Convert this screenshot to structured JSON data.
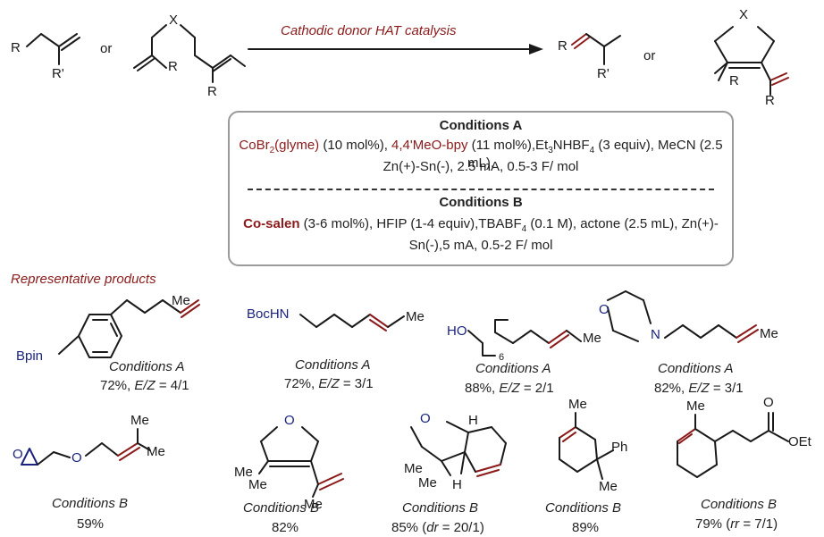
{
  "scheme": {
    "arrow_label": "Cathodic donor HAT catalysis",
    "or_label": "or",
    "atom_labels": {
      "R": "R",
      "R_prime": "R'",
      "X": "X"
    }
  },
  "conditions_a": {
    "heading": "Conditions A",
    "catalyst": "CoBr",
    "catalyst_sub": "2",
    "catalyst_tail": "(glyme)",
    "catalyst_loading": " (10 mol%), ",
    "ligand": "4,4'MeO-bpy",
    "line1_rest_a": " (11 mol%),Et",
    "line1_sub_a": "3",
    "line1_rest_b": "NHBF",
    "line1_sub_b": "4",
    "line1_rest_c": " (3 equiv), MeCN (2.5 mL),",
    "line2": "Zn(+)-Sn(-), 2.5 mA, 0.5-3 F/ mol"
  },
  "conditions_b": {
    "heading": "Conditions B",
    "catalyst": "Co-salen",
    "line1_rest_a": " (3-6 mol%), HFIP (1-4 equiv),TBABF",
    "line1_sub": "4",
    "line1_rest_b": " (0.1 M), actone (2.5 mL), Zn(+)-",
    "line2": "Sn(-),5 mA, 0.5-2 F/ mol"
  },
  "section_title": "Representative products",
  "products_row1": [
    {
      "label": "Conditions A",
      "yield": "72%, ",
      "ez_label": "E/Z",
      "ez_value": " = 4/1",
      "substituent": "Bpin",
      "end": "Me"
    },
    {
      "label": "Conditions A",
      "yield": "72%, ",
      "ez_label": "E/Z",
      "ez_value": " = 3/1",
      "substituent": "BocHN",
      "end": "Me"
    },
    {
      "label": "Conditions A",
      "yield": "88%, ",
      "ez_label": "E/Z",
      "ez_value": " = 2/1",
      "substituent": "HO",
      "repeat": "6",
      "end": "Me"
    },
    {
      "label": "Conditions A",
      "yield": "82%, ",
      "ez_label": "E/Z",
      "ez_value": " = 3/1",
      "heteroatoms": [
        "O",
        "N"
      ],
      "end": "Me"
    }
  ],
  "products_row2": [
    {
      "label": "Conditions B",
      "yield": "59%",
      "atoms": [
        "O",
        "O",
        "Me",
        "Me"
      ]
    },
    {
      "label": "Conditions B",
      "yield": "82%",
      "atoms": [
        "O",
        "Me",
        "Me",
        "Me"
      ]
    },
    {
      "label": "Conditions B",
      "yield": "85% (",
      "ratio_label": "dr",
      "ratio_value": " = 20/1)",
      "atoms": [
        "O",
        "H",
        "H",
        "Me",
        "Me"
      ]
    },
    {
      "label": "Conditions B",
      "yield": "89%",
      "atoms": [
        "Me",
        "Ph",
        "Me"
      ]
    },
    {
      "label": "Conditions B",
      "yield": "79% (",
      "ratio_label": "rr",
      "ratio_value": " = 7/1)",
      "atoms": [
        "Me",
        "O",
        "OEt"
      ]
    }
  ],
  "colors": {
    "highlight_bond": "#8b1a1a",
    "hetero": "#1a237e",
    "ink": "#1a1a1a",
    "box_border": "#9a9a9a"
  }
}
